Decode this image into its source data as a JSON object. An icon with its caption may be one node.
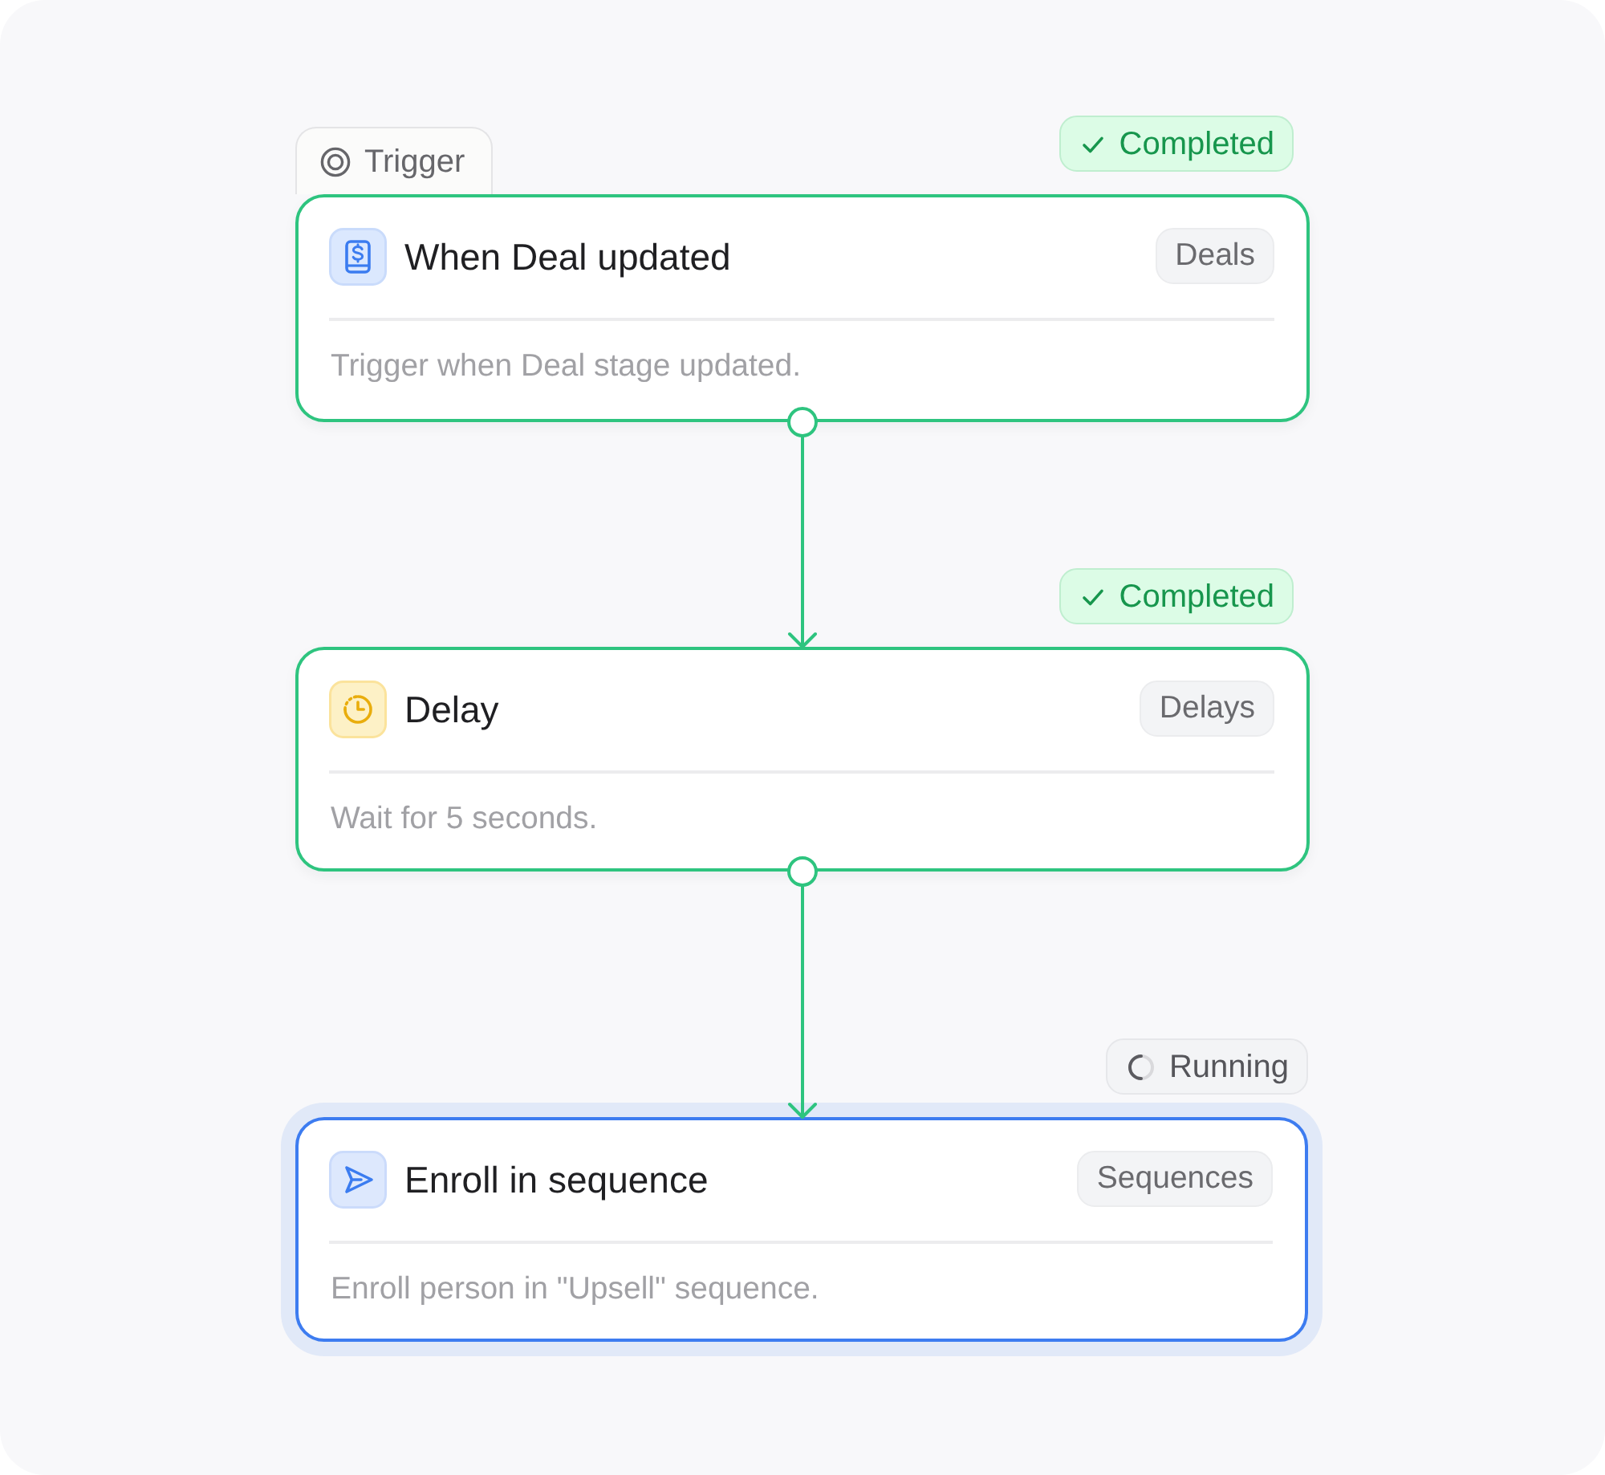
{
  "diagram": {
    "nodes": [
      {
        "text": [
          "When Deal updated",
          "Deals",
          "Trigger when Deal stage updated."
        ],
        "beside": [
          "Trigger",
          "Completed"
        ]
      },
      {
        "text": [
          "Delay",
          "Delays",
          "Wait for 5 seconds."
        ],
        "beside": [
          "Completed"
        ]
      },
      {
        "text": [
          "Enroll in sequence",
          "Sequences",
          "Enroll person in \"Upsell\" sequence."
        ],
        "beside": [
          "Running"
        ]
      }
    ],
    "edges": [
      {
        "from": 0,
        "to": 1,
        "arrow": "to"
      },
      {
        "from": 1,
        "to": 2,
        "arrow": "to"
      }
    ]
  }
}
